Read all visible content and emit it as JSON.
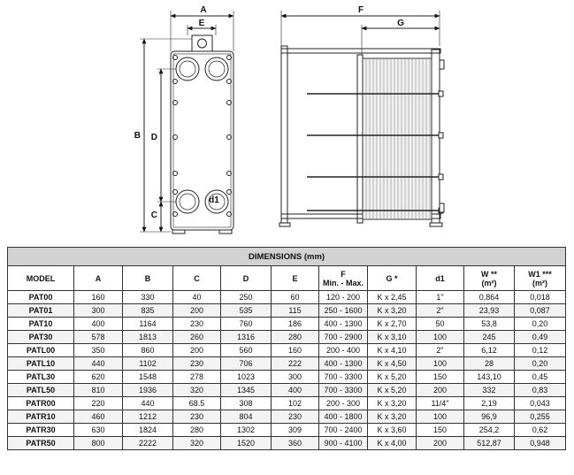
{
  "front_view_labels": {
    "a": "A",
    "b": "B",
    "c": "C",
    "d": "D",
    "e": "E",
    "d1": "d1"
  },
  "side_view_labels": {
    "f": "F",
    "g": "G"
  },
  "table": {
    "title": "DIMENSIONS (mm)",
    "headers": [
      {
        "line1": "MODEL",
        "line2": ""
      },
      {
        "line1": "A",
        "line2": ""
      },
      {
        "line1": "B",
        "line2": ""
      },
      {
        "line1": "C",
        "line2": ""
      },
      {
        "line1": "D",
        "line2": ""
      },
      {
        "line1": "E",
        "line2": ""
      },
      {
        "line1": "F",
        "line2": "Min. - Max."
      },
      {
        "line1": "G *",
        "line2": ""
      },
      {
        "line1": "d1",
        "line2": ""
      },
      {
        "line1": "W **",
        "line2": "(m²)"
      },
      {
        "line1": "W1 ***",
        "line2": "(m²)"
      }
    ],
    "rows": [
      [
        "PAT00",
        "160",
        "330",
        "40",
        "250",
        "60",
        "120 - 200",
        "K x 2,45",
        "1\"",
        "0,864",
        "0,018"
      ],
      [
        "PAT01",
        "300",
        "835",
        "200",
        "535",
        "115",
        "250 - 1600",
        "K x 3,20",
        "2\"",
        "23,93",
        "0,087"
      ],
      [
        "PAT10",
        "400",
        "1164",
        "230",
        "760",
        "186",
        "400 - 1300",
        "K x 2,70",
        "50",
        "53,8",
        "0,20"
      ],
      [
        "PAT30",
        "578",
        "1813",
        "260",
        "1316",
        "280",
        "700 - 2900",
        "K x 3,10",
        "100",
        "245",
        "0,49"
      ],
      [
        "PATL00",
        "350",
        "860",
        "200",
        "560",
        "160",
        "200 - 400",
        "K x 4,10",
        "2\"",
        "6,12",
        "0,12"
      ],
      [
        "PATL10",
        "440",
        "1102",
        "230",
        "706",
        "222",
        "400 - 1300",
        "K x 4,50",
        "100",
        "28",
        "0,20"
      ],
      [
        "PATL30",
        "620",
        "1548",
        "278",
        "1023",
        "300",
        "700 - 3300",
        "K x 5,20",
        "150",
        "143,10",
        "0,45"
      ],
      [
        "PATL50",
        "810",
        "1936",
        "320",
        "1345",
        "400",
        "700 - 3300",
        "K x 5,20",
        "200",
        "332",
        "0,83"
      ],
      [
        "PATR00",
        "220",
        "440",
        "68.5",
        "308",
        "102",
        "200 - 300",
        "K x 3,20",
        "11/4\"",
        "2,19",
        "0,043"
      ],
      [
        "PATR10",
        "460",
        "1212",
        "230",
        "804",
        "230",
        "400 - 1800",
        "K x 3,20",
        "100",
        "96,9",
        "0,255"
      ],
      [
        "PATR30",
        "630",
        "1824",
        "280",
        "1302",
        "309",
        "700 - 2400",
        "K x 3,60",
        "150",
        "254,2",
        "0,62"
      ],
      [
        "PATR50",
        "800",
        "2222",
        "320",
        "1520",
        "360",
        "900 - 4100",
        "K x 4,00",
        "200",
        "512,87",
        "0,948"
      ]
    ]
  }
}
